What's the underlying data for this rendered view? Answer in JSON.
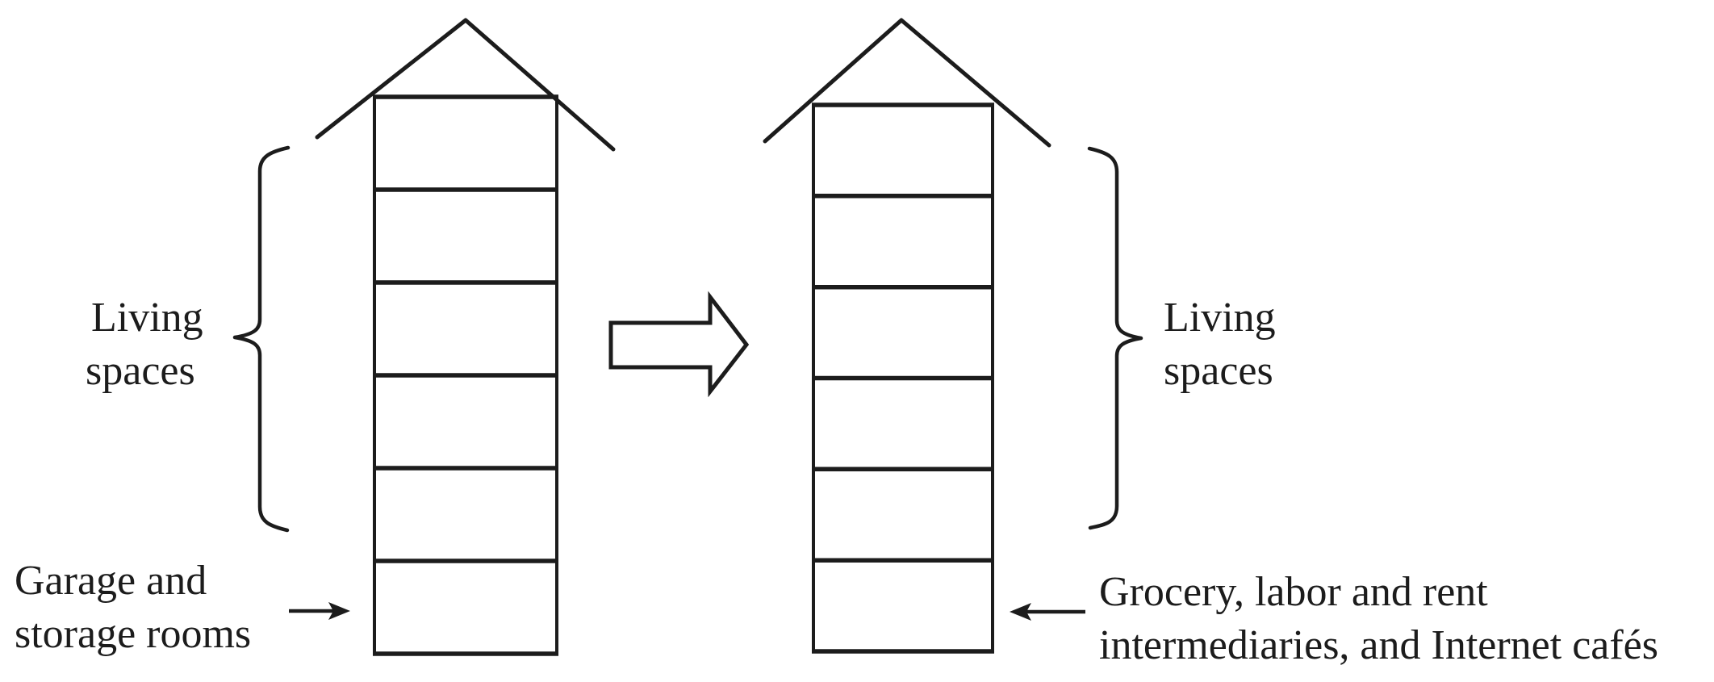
{
  "figure": {
    "background": "#ffffff",
    "ink": "#1c1c1c",
    "icons": {
      "between_houses": "block-arrow-right-icon",
      "left_pointer": "thin-arrow-right-icon",
      "right_pointer": "thin-arrow-left-icon",
      "left_grouping": "curly-brace-left-icon",
      "right_grouping": "curly-brace-right-icon"
    },
    "left": {
      "floors": 6,
      "brace_label_line1": "Living",
      "brace_label_line2": "spaces",
      "arrow_label_line1": "Garage and",
      "arrow_label_line2": "storage rooms"
    },
    "right": {
      "floors": 6,
      "brace_label_line1": "Living",
      "brace_label_line2": "spaces",
      "arrow_label_line1": "Grocery, labor and rent",
      "arrow_label_line2": "intermediaries, and Internet cafés"
    }
  }
}
